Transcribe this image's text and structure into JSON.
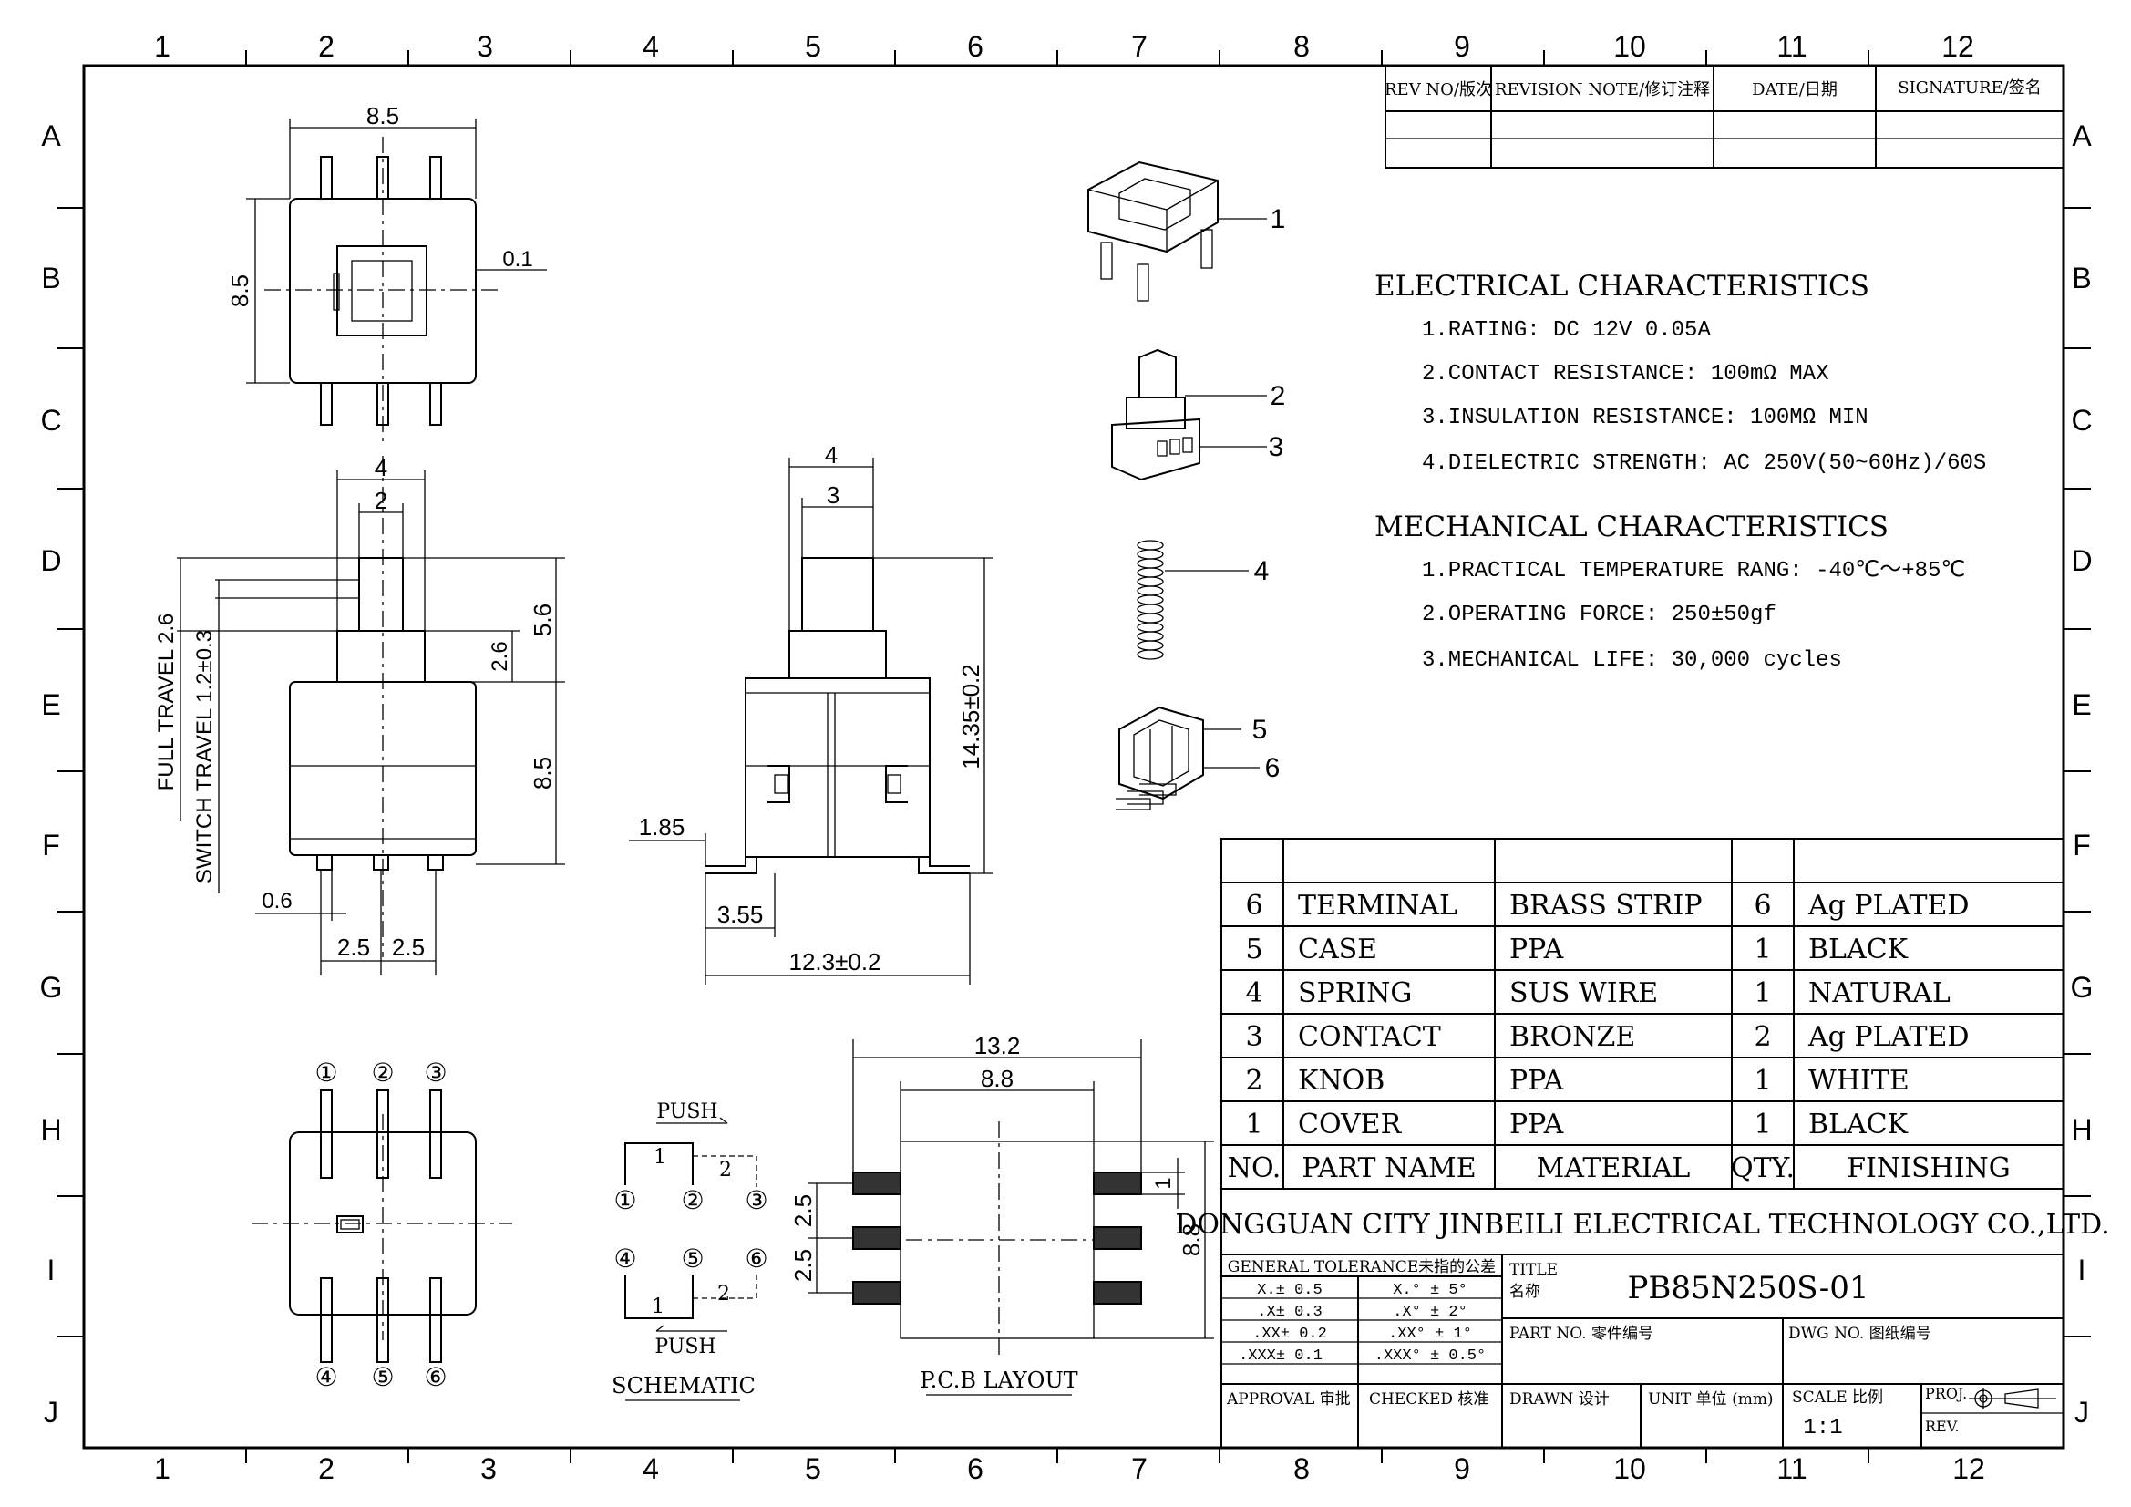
{
  "border": {
    "columns": [
      "1",
      "2",
      "3",
      "4",
      "5",
      "6",
      "7",
      "8",
      "9",
      "10",
      "11",
      "12"
    ],
    "rows": [
      "A",
      "B",
      "C",
      "D",
      "E",
      "F",
      "G",
      "H",
      "I",
      "J"
    ]
  },
  "revision_table": {
    "headers": [
      "REV NO/版次",
      "REVISION NOTE/修订注释",
      "DATE/日期",
      "SIGNATURE/签名"
    ]
  },
  "electrical": {
    "title": "ELECTRICAL CHARACTERISTICS",
    "items": [
      "1.RATING: DC 12V 0.05A",
      "2.CONTACT RESISTANCE: 100mΩ MAX",
      "3.INSULATION RESISTANCE: 100MΩ MIN",
      "4.DIELECTRIC STRENGTH: AC 250V(50~60Hz)/60S"
    ]
  },
  "mechanical": {
    "title": "MECHANICAL CHARACTERISTICS",
    "items": [
      "1.PRACTICAL TEMPERATURE RANG: -40℃～+85℃",
      "2.OPERATING FORCE: 250±50gf",
      "3.MECHANICAL LIFE: 30,000 cycles"
    ]
  },
  "bom": {
    "rows": [
      {
        "no": "6",
        "part": "TERMINAL",
        "material": "BRASS STRIP",
        "qty": "6",
        "finish": "Ag PLATED"
      },
      {
        "no": "5",
        "part": "CASE",
        "material": "PPA",
        "qty": "1",
        "finish": "BLACK"
      },
      {
        "no": "4",
        "part": "SPRING",
        "material": "SUS WIRE",
        "qty": "1",
        "finish": "NATURAL"
      },
      {
        "no": "3",
        "part": "CONTACT",
        "material": "BRONZE",
        "qty": "2",
        "finish": "Ag PLATED"
      },
      {
        "no": "2",
        "part": "KNOB",
        "material": "PPA",
        "qty": "1",
        "finish": "WHITE"
      },
      {
        "no": "1",
        "part": "COVER",
        "material": "PPA",
        "qty": "1",
        "finish": "BLACK"
      }
    ],
    "header": {
      "no": "NO.",
      "part": "PART NAME",
      "material": "MATERIAL",
      "qty": "QTY.",
      "finish": "FINISHING"
    }
  },
  "title_block": {
    "company": "DONGGUAN CITY JINBEILI ELECTRICAL TECHNOLOGY CO.,LTD.",
    "tolerance_header": "GENERAL TOLERANCE未指的公差",
    "tolerances": [
      [
        "X.± 0.5",
        "X.° ± 5°"
      ],
      [
        ".X± 0.3",
        ".X° ± 2°"
      ],
      [
        ".XX± 0.2",
        ".XX° ± 1°"
      ],
      [
        ".XXX± 0.1",
        ".XXX° ± 0.5°"
      ]
    ],
    "title_label": "TITLE",
    "title_label_cn": "名称",
    "title": "PB85N250S-01",
    "part_no_label": "PART NO. 零件编号",
    "dwg_no_label": "DWG NO. 图纸编号",
    "approval": "APPROVAL 审批",
    "checked": "CHECKED 核准",
    "drawn": "DRAWN 设计",
    "unit": "UNIT 单位 (mm)",
    "scale_label": "SCALE 比例",
    "scale": "1:1",
    "proj": "PROJ.",
    "rev": "REV."
  },
  "dimensions": {
    "top_width": "8.5",
    "top_height": "8.5",
    "top_gap": "0.1",
    "knob_w": "4",
    "knob_inner": "2",
    "d56": "5.6",
    "d26": "2.6",
    "d85": "8.5",
    "full_travel": "FULL TRAVEL 2.6",
    "switch_travel": "SWITCH TRAVEL 1.2±0.3",
    "pin": "0.6",
    "pitch1": "2.5",
    "pitch2": "2.5",
    "side_knob_w": "4",
    "side_knob_inner": "3",
    "side_h": "14.35±0.2",
    "side_185": "1.85",
    "side_355": "3.55",
    "side_w": "12.3±0.2",
    "pcb_w": "13.2",
    "pcb_inner": "8.8",
    "pcb_h": "8.8",
    "pcb_1": "1",
    "pcb_p1": "2.5",
    "pcb_p2": "2.5"
  },
  "schematic": {
    "push_top": "PUSH",
    "push_bottom": "PUSH",
    "caption": "SCHEMATIC",
    "pins": [
      "①",
      "②",
      "③",
      "④",
      "⑤",
      "⑥"
    ],
    "c1": "1",
    "c2": "2",
    "c3": "1",
    "c4": "2"
  },
  "pcb": {
    "caption": "P.C.B LAYOUT"
  },
  "pins_view": {
    "labels": [
      "①",
      "②",
      "③",
      "④",
      "⑤",
      "⑥"
    ]
  },
  "exploded": {
    "callouts": [
      "1",
      "2",
      "3",
      "4",
      "5",
      "6"
    ]
  }
}
